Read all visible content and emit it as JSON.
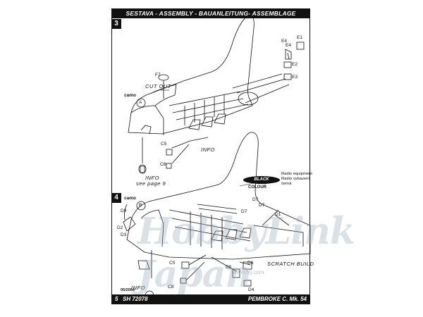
{
  "header": {
    "title": "SESTAVA - ASSEMBLY - BAUANLEITUNG- ASSEMBLAGE"
  },
  "steps": [
    {
      "number": "3"
    },
    {
      "number": "4"
    }
  ],
  "step3": {
    "parts": [
      "E1",
      "E4",
      "E4",
      "E2",
      "E3",
      "F7",
      "C5",
      "C8"
    ],
    "cut_out": "CUT OUT",
    "camo": "camo",
    "camo_letter": "A",
    "info": "INFO",
    "info_wheel": "INFO",
    "see_page": "see page 9"
  },
  "step4": {
    "camo": "camo",
    "camo_letter": "B",
    "parts": [
      "D9",
      "D2",
      "D3",
      "D7",
      "D7",
      "D7",
      "D1",
      "C5",
      "C8",
      "D5",
      "D6",
      "D4"
    ],
    "colour_label": "BLACK",
    "colour_caption": "COLOUR",
    "radio_lines": [
      "Radio equipment",
      "Radio vybavení",
      "černá"
    ],
    "scratch_build": "SCRATCH BUILD",
    "info": "INFO"
  },
  "footer": {
    "date": "05/2004",
    "page": "5",
    "code": "SH 72078",
    "model": "PEMBROKE C. Mk. 54"
  },
  "watermark": {
    "brand": "HobbyLink Japan",
    "url": "www.hlj.com"
  }
}
